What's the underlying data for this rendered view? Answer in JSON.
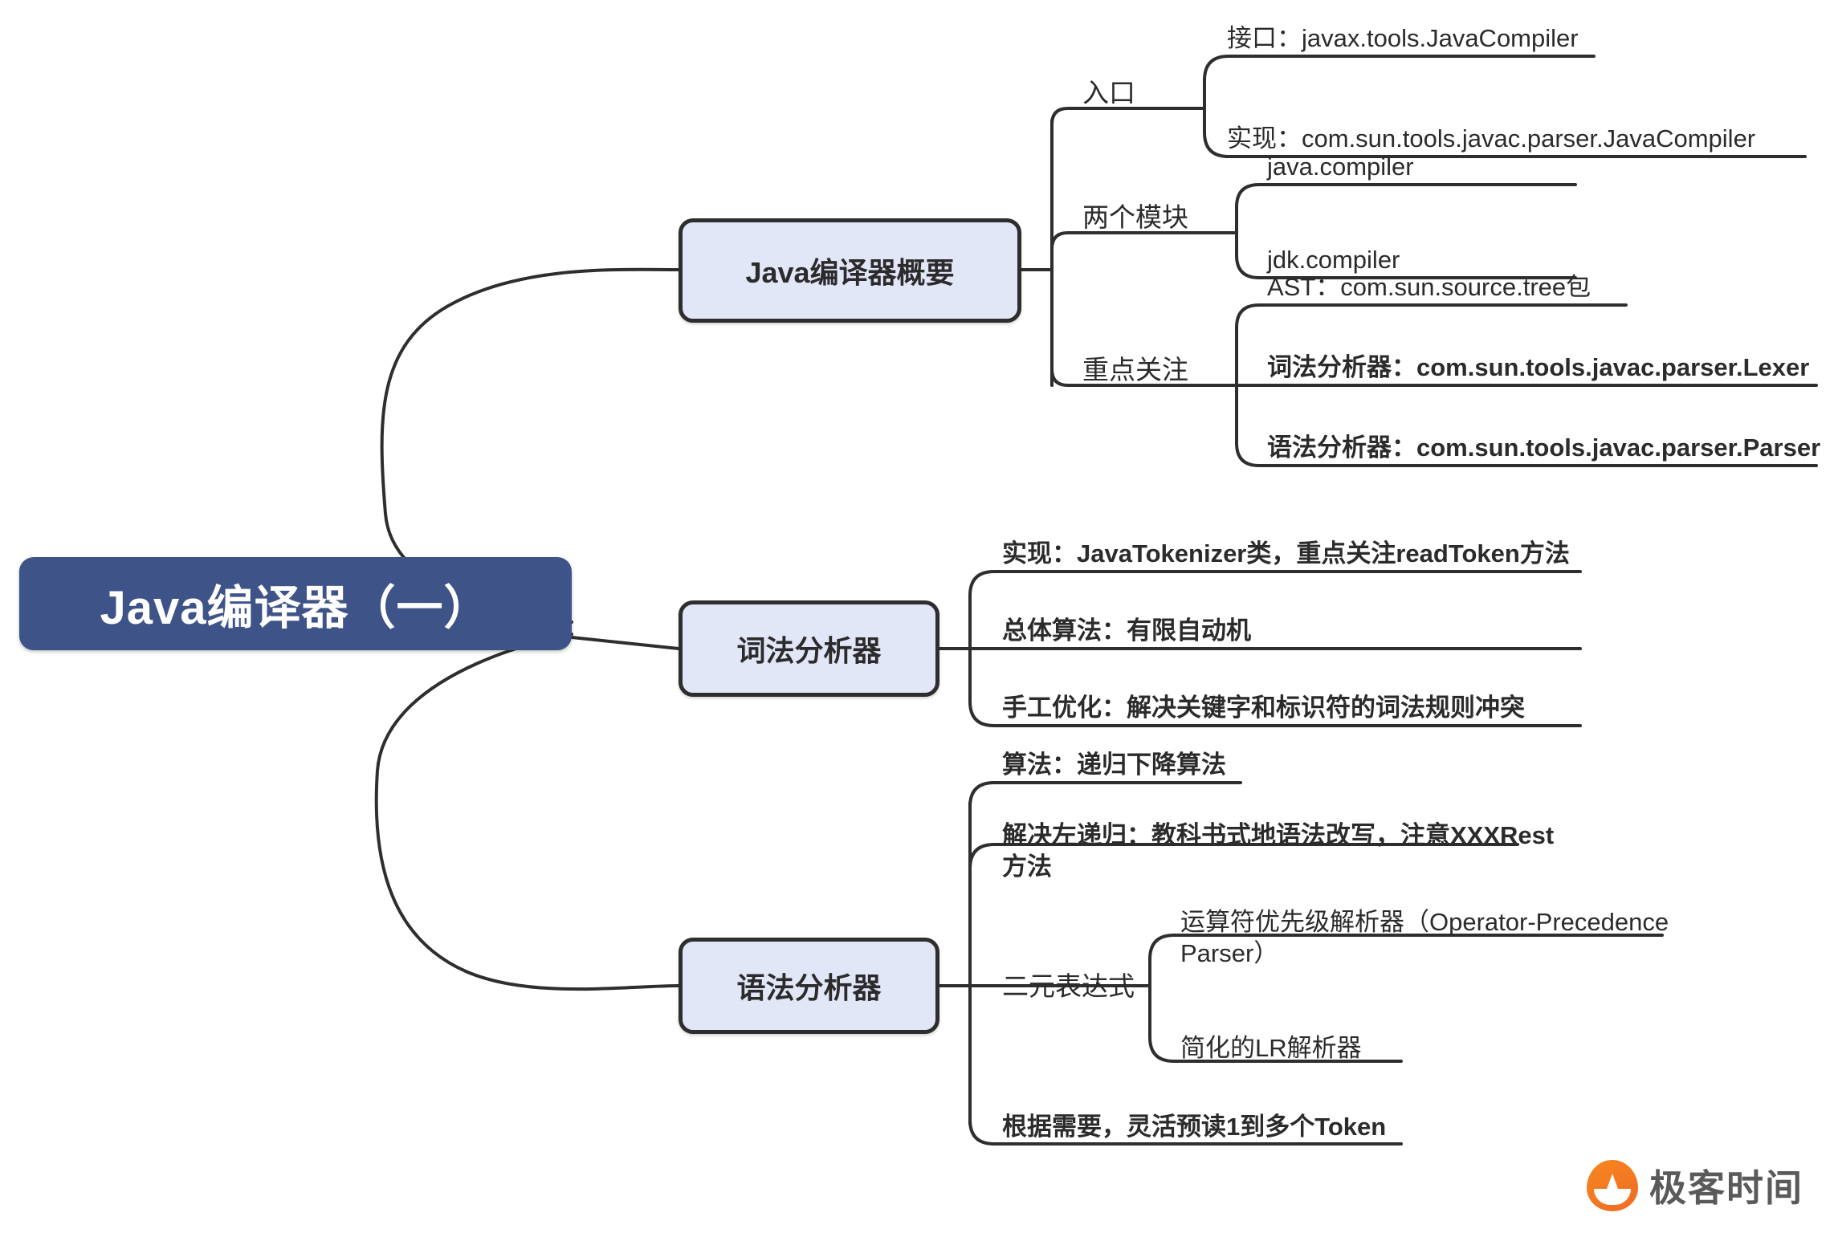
{
  "document": {
    "title": "Java编译器（一）",
    "kind": "mind-map"
  },
  "colors": {
    "root_fill": "#3e5488",
    "root_text": "#ffffff",
    "branch_fill": "#e2e7f8",
    "stroke": "#2e2e2e",
    "text": "#2b2b2b",
    "logo_orange": "#f07423",
    "logo_text": "#5a5a5a",
    "background": "#ffffff"
  },
  "root": {
    "label": "Java编译器（一）"
  },
  "branches": [
    {
      "label": "Java编译器概要",
      "children": [
        {
          "label": "入口",
          "children": [
            {
              "label": "接口：javax.tools.JavaCompiler"
            },
            {
              "label": "实现：com.sun.tools.javac.parser.JavaCompiler"
            }
          ]
        },
        {
          "label": "两个模块",
          "children": [
            {
              "label": "java.compiler"
            },
            {
              "label": "jdk.compiler"
            }
          ]
        },
        {
          "label": "重点关注",
          "children": [
            {
              "label": "AST：com.sun.source.tree包"
            },
            {
              "label": "词法分析器：com.sun.tools.javac.parser.Lexer"
            },
            {
              "label": "语法分析器：com.sun.tools.javac.parser.Parser"
            }
          ]
        }
      ]
    },
    {
      "label": "词法分析器",
      "children": [
        {
          "label": "实现：JavaTokenizer类，重点关注readToken方法"
        },
        {
          "label": "总体算法：有限自动机"
        },
        {
          "label": "手工优化：解决关键字和标识符的词法规则冲突"
        }
      ]
    },
    {
      "label": "语法分析器",
      "children": [
        {
          "label": "算法：递归下降算法"
        },
        {
          "label": "解决左递归：教科书式地语法改写，注意XXXRest方法"
        },
        {
          "label": "二元表达式",
          "children": [
            {
              "label": "运算符优先级解析器（Operator-Precedence Parser）"
            },
            {
              "label": "简化的LR解析器"
            }
          ]
        },
        {
          "label": "根据需要，灵活预读1到多个Token"
        }
      ]
    }
  ],
  "logo": {
    "text": "极客时间",
    "icon": "geektime-pin-icon"
  }
}
